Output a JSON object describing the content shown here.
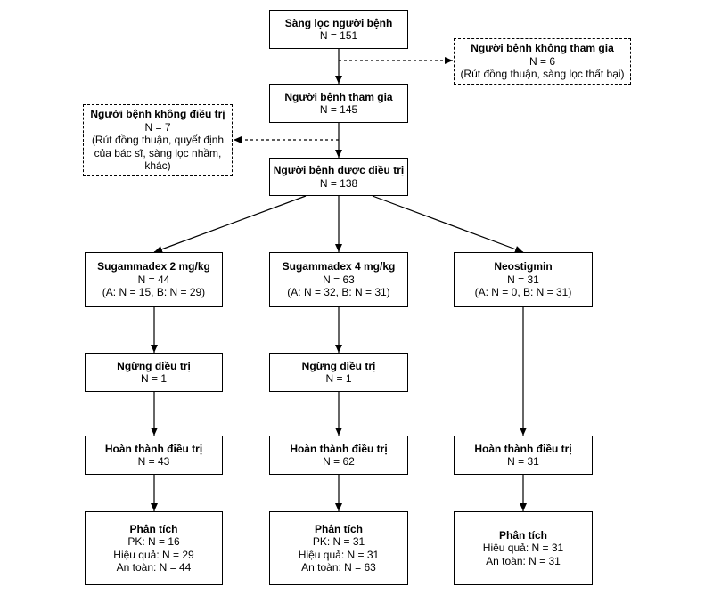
{
  "screening": {
    "title": "Sàng lọc người bệnh",
    "lines": [
      "N = 151"
    ]
  },
  "excluded_not_participating": {
    "title": "Người bệnh không tham gia",
    "lines": [
      "N = 6",
      "(Rút đồng thuận, sàng lọc thất bại)"
    ]
  },
  "participating": {
    "title": "Người bệnh tham gia",
    "lines": [
      "N = 145"
    ]
  },
  "not_treated": {
    "title": "Người bệnh không điều trị",
    "lines": [
      "N = 7",
      "(Rút đồng thuận, quyết định",
      "của bác sĩ, sàng lọc nhầm,",
      "khác)"
    ]
  },
  "treated": {
    "title": "Người bệnh được điều trị",
    "lines": [
      "N = 138"
    ]
  },
  "arms": [
    {
      "group": {
        "title": "Sugammadex 2 mg/kg",
        "lines": [
          "N = 44",
          "(A: N = 15, B: N = 29)"
        ]
      },
      "discontinued": {
        "title": "Ngừng điều trị",
        "lines": [
          "N = 1"
        ]
      },
      "completed": {
        "title": "Hoàn thành điều trị",
        "lines": [
          "N = 43"
        ]
      },
      "analysis": {
        "title": "Phân tích",
        "lines": [
          "PK: N = 16",
          "Hiệu quả: N = 29",
          "An toàn: N = 44"
        ]
      }
    },
    {
      "group": {
        "title": "Sugammadex 4 mg/kg",
        "lines": [
          "N = 63",
          "(A: N = 32, B: N = 31)"
        ]
      },
      "discontinued": {
        "title": "Ngừng điều trị",
        "lines": [
          "N = 1"
        ]
      },
      "completed": {
        "title": "Hoàn thành điều trị",
        "lines": [
          "N = 62"
        ]
      },
      "analysis": {
        "title": "Phân tích",
        "lines": [
          "PK: N = 31",
          "Hiệu quả: N = 31",
          "An toàn: N = 63"
        ]
      }
    },
    {
      "group": {
        "title": "Neostigmin",
        "lines": [
          "N = 31",
          "(A: N = 0, B: N = 31)"
        ]
      },
      "completed": {
        "title": "Hoàn thành điều trị",
        "lines": [
          "N = 31"
        ]
      },
      "analysis": {
        "title": "Phân tích",
        "lines": [
          "Hiệu quả: N = 31",
          "An toàn: N = 31"
        ]
      }
    }
  ]
}
